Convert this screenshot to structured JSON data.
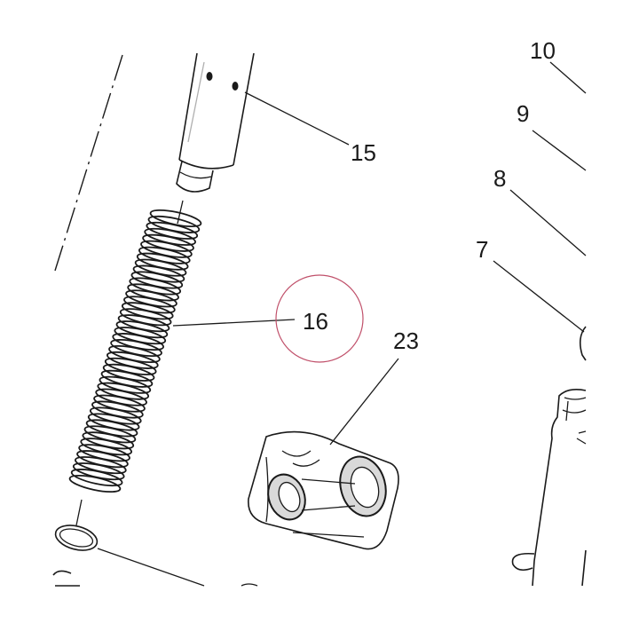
{
  "diagram": {
    "callouts": [
      {
        "id": "15",
        "label": "15"
      },
      {
        "id": "16",
        "label": "16"
      },
      {
        "id": "23",
        "label": "23"
      },
      {
        "id": "7",
        "label": "7"
      },
      {
        "id": "8",
        "label": "8"
      },
      {
        "id": "9",
        "label": "9"
      },
      {
        "id": "10",
        "label": "10"
      }
    ],
    "highlight": {
      "target": "16",
      "color": "#c0506a"
    }
  }
}
